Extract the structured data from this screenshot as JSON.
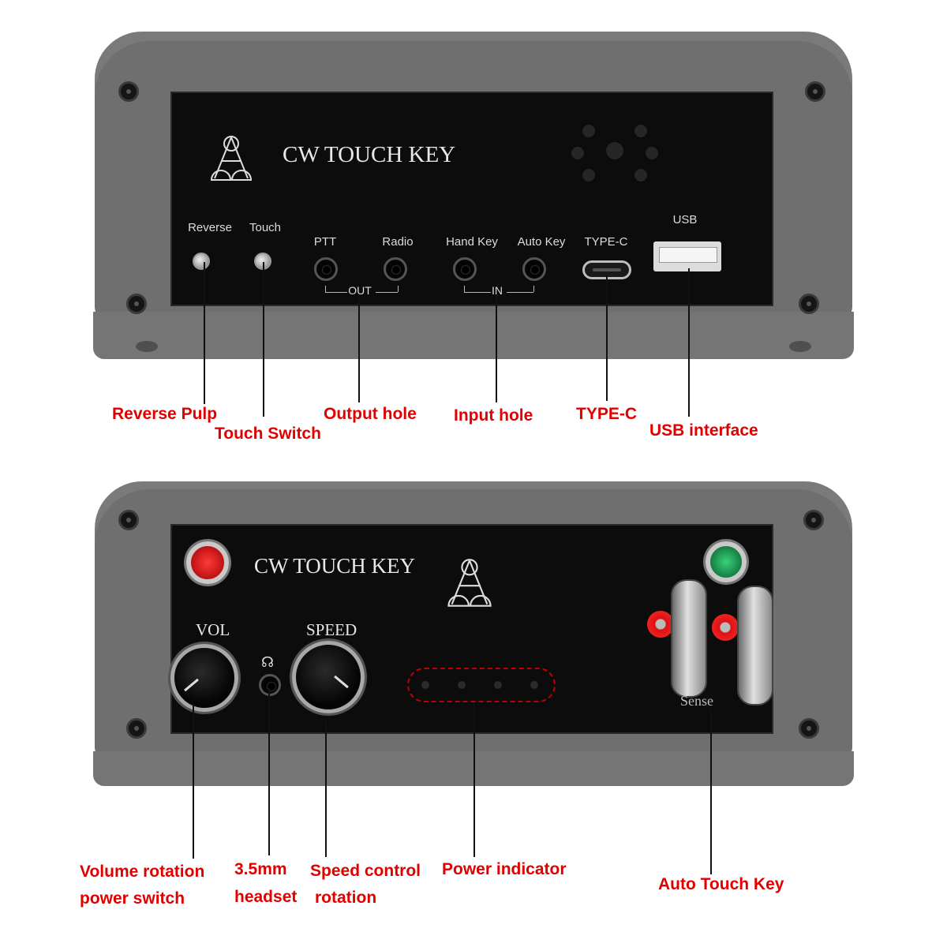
{
  "top_panel": {
    "brand": "CW TOUCH KEY",
    "labels": {
      "reverse": "Reverse",
      "touch": "Touch",
      "ptt": "PTT",
      "radio": "Radio",
      "out": "OUT",
      "hand_key": "Hand Key",
      "auto_key": "Auto Key",
      "in": "IN",
      "type_c": "TYPE-C",
      "usb": "USB"
    }
  },
  "top_callouts": {
    "reverse_pulp": "Reverse Pulp",
    "touch_switch": "Touch Switch",
    "output_hole": "Output hole",
    "input_hole": "Input hole",
    "type_c": "TYPE-C",
    "usb_interface": "USB interface"
  },
  "bottom_panel": {
    "brand": "CW TOUCH KEY",
    "labels": {
      "vol": "VOL",
      "speed": "SPEED",
      "sense": "Sense"
    }
  },
  "bottom_callouts": {
    "volume_line1": "Volume rotation",
    "volume_line2": "power switch",
    "headset_line1": "3.5mm",
    "headset_line2": "headset",
    "speed_line1": "Speed control",
    "speed_line2": "rotation",
    "power_indicator": "Power indicator",
    "auto_touch_key": "Auto Touch Key"
  },
  "colors": {
    "callout_red": "#e00000",
    "shell_gray": "#6f6f6f",
    "panel_black": "#0c0c0c",
    "led_red": "#d01010",
    "led_green": "#10a040"
  }
}
